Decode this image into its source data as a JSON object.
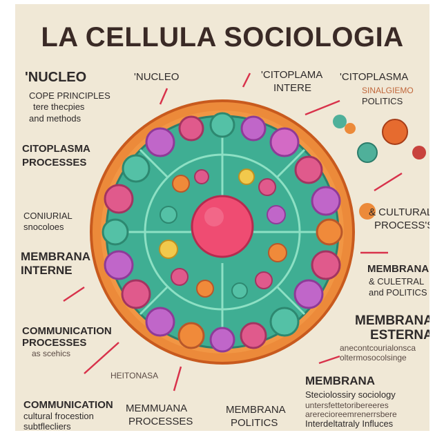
{
  "title": "LA CELLULA SOCIOLOGIA",
  "labels": {
    "nucleo_left": "'NUCLEO",
    "core_principles": "COPE PRINCIPLES",
    "core_theories": "tere thecpies",
    "core_methods": "and methods",
    "citoplasma_left": "CITOPLASMA",
    "processes_left": "PROCESSES",
    "conumrial": "CONIURIAL",
    "snocoloes": "snocoloes",
    "membrana_interne_1": "MEMBRANA",
    "membrana_interne_2": "INTERNE",
    "communication_1": "COMMUNICATION",
    "communication_2": "PROCESSES",
    "communication_3": "as scehics",
    "communication_b1": "COMMUNICATION",
    "communication_b2": "cultural frocestion",
    "communication_b3": "subtflecliers",
    "nucleo_top": "'NUCLEO",
    "citoplama_top_1": "'CITOPLAMA",
    "citoplama_top_2": "INTERE",
    "citoplasma_right_1": "'CITOPLASMA",
    "citoplasma_right_2": "SINALGIEMO",
    "citoplasma_right_3": "POLITICS",
    "cultural_1": "& CULTURAL",
    "cultural_2": "PROCESS'S",
    "membrana_r1": "MEMBRANA",
    "membrana_r2": "& CULETRAL",
    "membrana_r3": "and POLITICS",
    "membrana_esterna_1": "MEMBRANA",
    "membrana_esterna_2": "ESTERNA",
    "esterna_blur_1": "anecontcourialonsca",
    "esterna_blur_2": "oltermosocolsinge",
    "membrana_br_title": "MEMBRANA",
    "membrana_br_1": "Steciolossiry sociology",
    "membrana_br_2": "untersfettetoribereeres",
    "membrana_br_3": "arerecioreemrenerrsbere",
    "membrana_br_4": "Interdeltatraly Influces",
    "heitonasa": "HEITONASA",
    "memmuana_1": "MEMMUANA",
    "memmuana_2": "PROCESSES",
    "membrana_pol_1": "MEMBRANA",
    "membrana_pol_2": "POLITICS"
  },
  "colors": {
    "background": "#f0e8d6",
    "membrane_outer": "#e9792f",
    "cytoplasm": "#3fae93",
    "nucleus": "#ef4c72",
    "arrow": "#d8324b",
    "text": "#2e2a2a"
  }
}
